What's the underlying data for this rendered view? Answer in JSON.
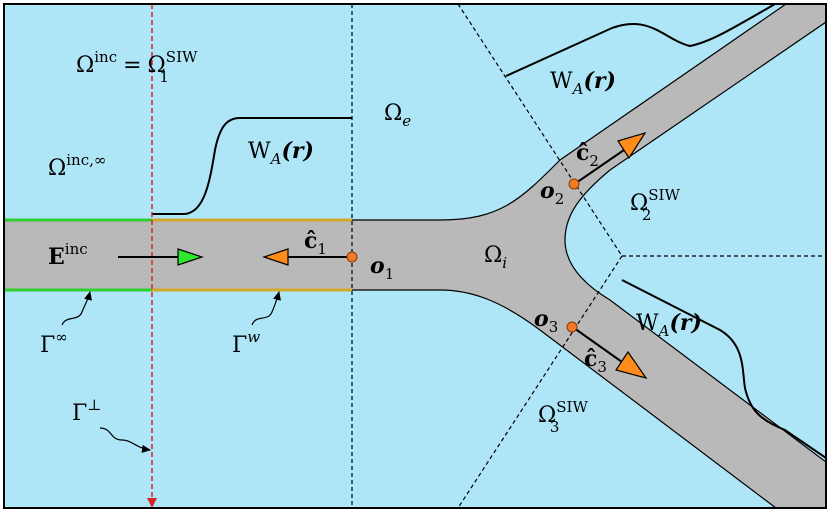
{
  "colors": {
    "background": "#aee6f7",
    "waveguide": "#b9b9b9",
    "green_edge": "#2fcf2f",
    "gold_edge": "#d4a82a",
    "red_line": "#d62728",
    "port_dot": "#f07a2a",
    "orange_arrow": "#ff8c1a",
    "green_arrow": "#2ee82e"
  },
  "labels": {
    "omega_inc_base": "Ω",
    "omega_inc_sup": "inc",
    "omega_inc_eq": "=",
    "omega_1_base": "Ω",
    "omega_1_sup": "SIW",
    "omega_1_sub": "1",
    "omega_inc_inf_base": "Ω",
    "omega_inc_inf_sup": "inc,∞",
    "wa_top_left_base": "W",
    "wa_top_left_sub": "A",
    "wa_top_left_arg": "(r)",
    "omega_e_base": "Ω",
    "omega_e_sub": "e",
    "omega_i_base": "Ω",
    "omega_i_sub": "i",
    "wa_top_right_base": "W",
    "wa_top_right_sub": "A",
    "wa_top_right_arg": "(r)",
    "wa_bottom_right_base": "W",
    "wa_bottom_right_sub": "A",
    "wa_bottom_right_arg": "(r)",
    "omega_2_base": "Ω",
    "omega_2_sup": "SIW",
    "omega_2_sub": "2",
    "omega_3_base": "Ω",
    "omega_3_sup": "SIW",
    "omega_3_sub": "3",
    "e_inc_base": "E",
    "e_inc_sup": "inc",
    "c1_base": "ĉ",
    "c1_sub": "1",
    "c2_base": "ĉ",
    "c2_sub": "2",
    "c3_base": "ĉ",
    "c3_sub": "3",
    "o1_base": "o",
    "o1_sub": "1",
    "o2_base": "o",
    "o2_sub": "2",
    "o3_base": "o",
    "o3_sub": "3",
    "gamma_inf_base": "Γ",
    "gamma_inf_sup": "∞",
    "gamma_w_base": "Γ",
    "gamma_w_sup": "w",
    "gamma_perp_base": "Γ",
    "gamma_perp_sup": "⊥"
  }
}
